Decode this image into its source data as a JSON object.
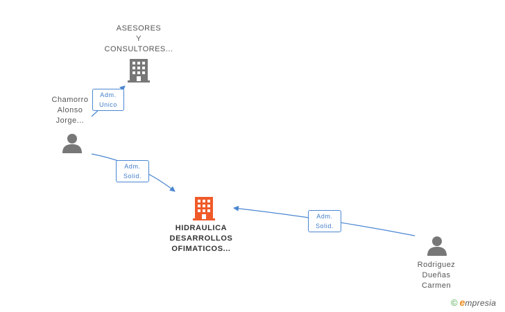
{
  "nodes": {
    "asesores": {
      "lines": [
        "ASESORES",
        "Y",
        "CONSULTORES..."
      ],
      "type": "company",
      "color": "#777777"
    },
    "chamorro": {
      "lines": [
        "Chamorro",
        "Alonso",
        "Jorge..."
      ],
      "type": "person",
      "color": "#777777"
    },
    "hidraulica": {
      "lines": [
        "HIDRAULICA",
        "DESARROLLOS",
        "OFIMATICOS..."
      ],
      "type": "company",
      "color": "#f05a28",
      "main": true
    },
    "rodriguez": {
      "lines": [
        "Rodriguez",
        "Dueñas",
        "Carmen"
      ],
      "type": "person",
      "color": "#777777"
    }
  },
  "edges": [
    {
      "from": "chamorro",
      "to": "asesores",
      "label": [
        "Adm.",
        "Unico"
      ]
    },
    {
      "from": "chamorro",
      "to": "hidraulica",
      "label": [
        "Adm.",
        "Solid."
      ]
    },
    {
      "from": "rodriguez",
      "to": "hidraulica",
      "label": [
        "Adm.",
        "Solid."
      ]
    }
  ],
  "colors": {
    "edge": "#4a86d1",
    "node": "#777777",
    "main_node": "#f05a28"
  },
  "brand": {
    "copyright_symbol": "©",
    "initial": "e",
    "rest": "mpresia"
  }
}
